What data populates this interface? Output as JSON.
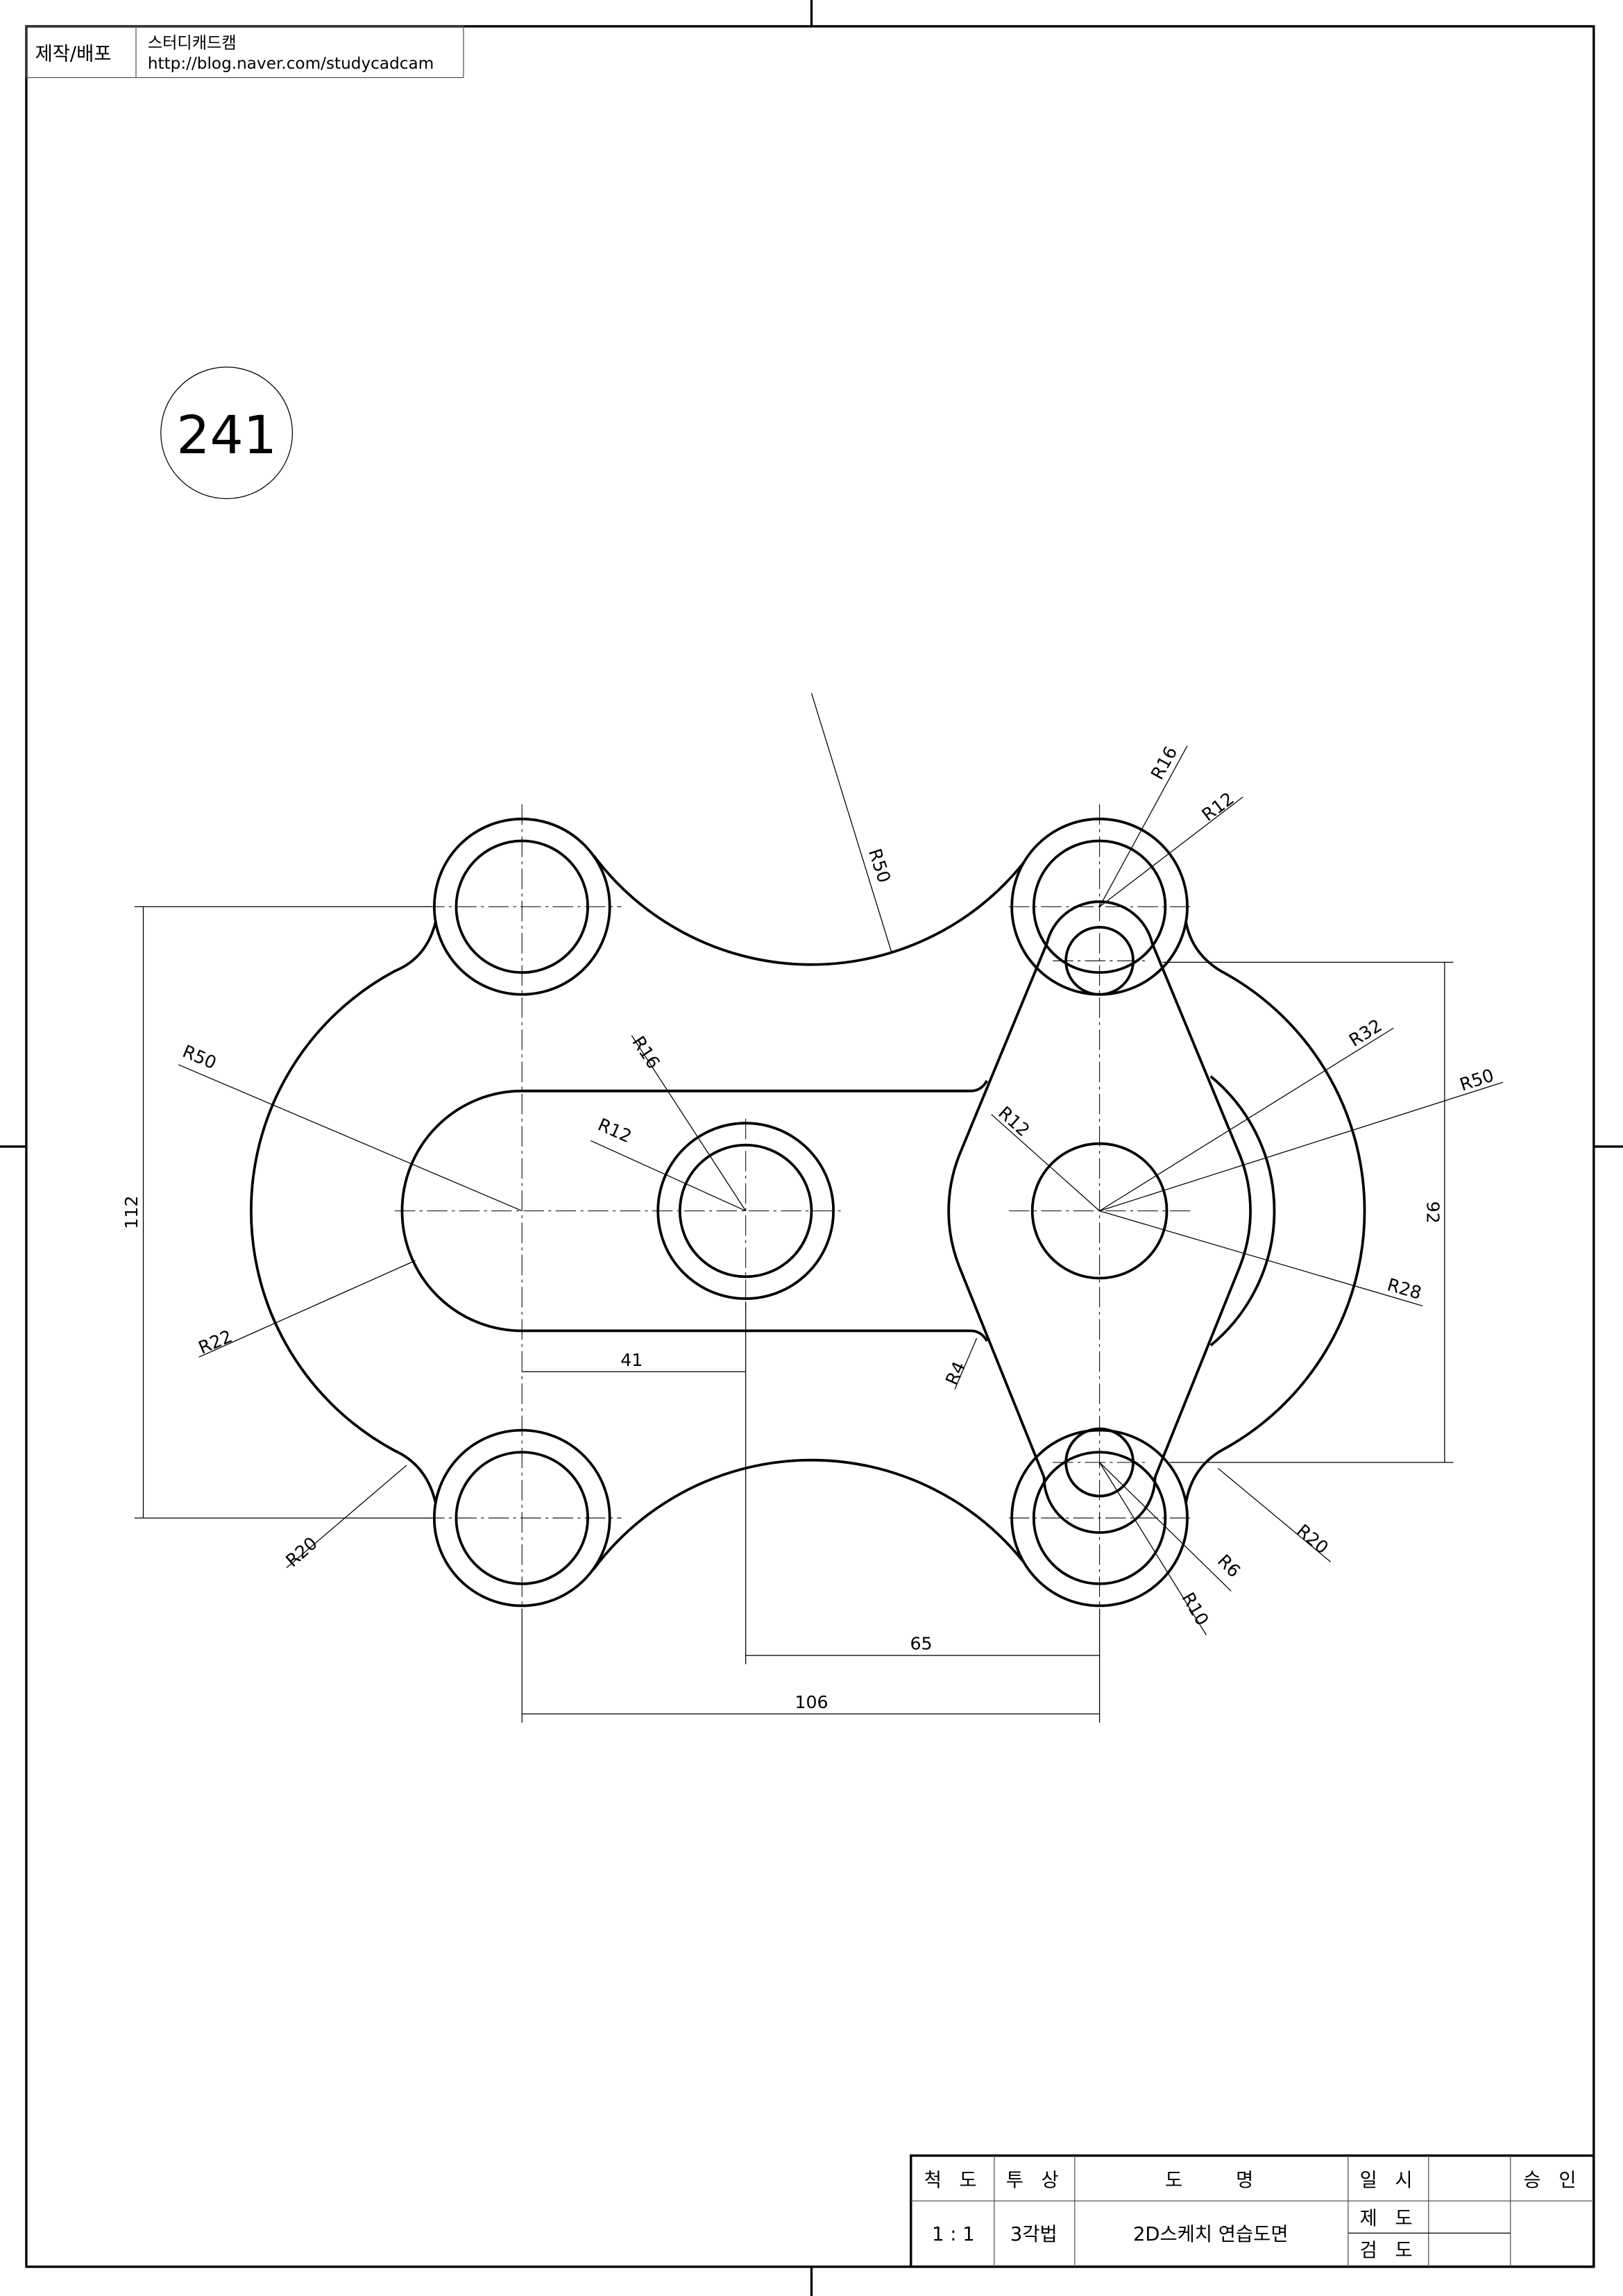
{
  "header": {
    "label": "제작/배포",
    "company": "스터디캐드캠",
    "url": "http://blog.naver.com/studycadcam"
  },
  "drawing_number": "241",
  "dimensions": {
    "d112": "112",
    "d92": "92",
    "d41": "41",
    "d65": "65",
    "d106": "106",
    "r50_top": "R50",
    "r50_left": "R50",
    "r50_right": "R50",
    "r22": "R22",
    "r20_left": "R20",
    "r20_right": "R20",
    "r16_center": "R16",
    "r12_center": "R12",
    "r16_tr": "R16",
    "r12_tr": "R12",
    "r12_diamond": "R12",
    "r32": "R32",
    "r28": "R28",
    "r4": "R4",
    "r6": "R6",
    "r10": "R10"
  },
  "title_block": {
    "scale_label": "척 도",
    "projection_label": "투 상",
    "name_label": "도    명",
    "date_label": "일 시",
    "approval_label": "승 인",
    "drawn_label": "제 도",
    "checked_label": "검 도",
    "scale_value": "1 : 1",
    "projection_value": "3각법",
    "name_value": "2D스케치 연습도면"
  }
}
